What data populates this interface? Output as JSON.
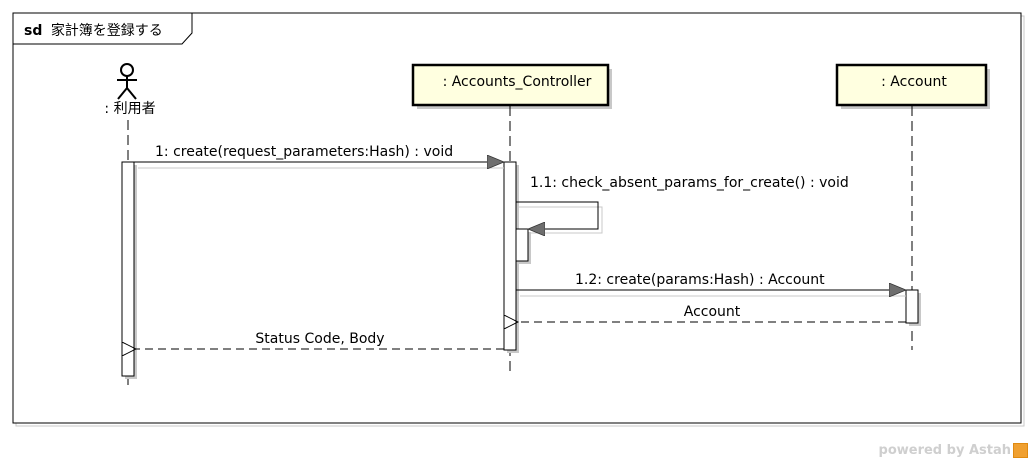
{
  "frame": {
    "keyword": "sd",
    "name": "家計簿を登録する"
  },
  "lifelines": {
    "actor": {
      "label": ": 利用者"
    },
    "controller": {
      "label": ": Accounts_Controller"
    },
    "account": {
      "label": ": Account"
    }
  },
  "messages": {
    "m1": "1: create(request_parameters:Hash) : void",
    "m1_1": "1.1: check_absent_params_for_create() : void",
    "m1_2": "1.2: create(params:Hash) : Account",
    "r1_2": "Account",
    "r1": "Status Code, Body"
  },
  "watermark": {
    "text": "powered by Astah"
  },
  "colors": {
    "lifeline_box_fill": "#ffffe0",
    "arrow_head": "#6e6e6e",
    "line": "#000000",
    "shadow": "#c8c8c8",
    "watermark": "#cfcfcf"
  }
}
